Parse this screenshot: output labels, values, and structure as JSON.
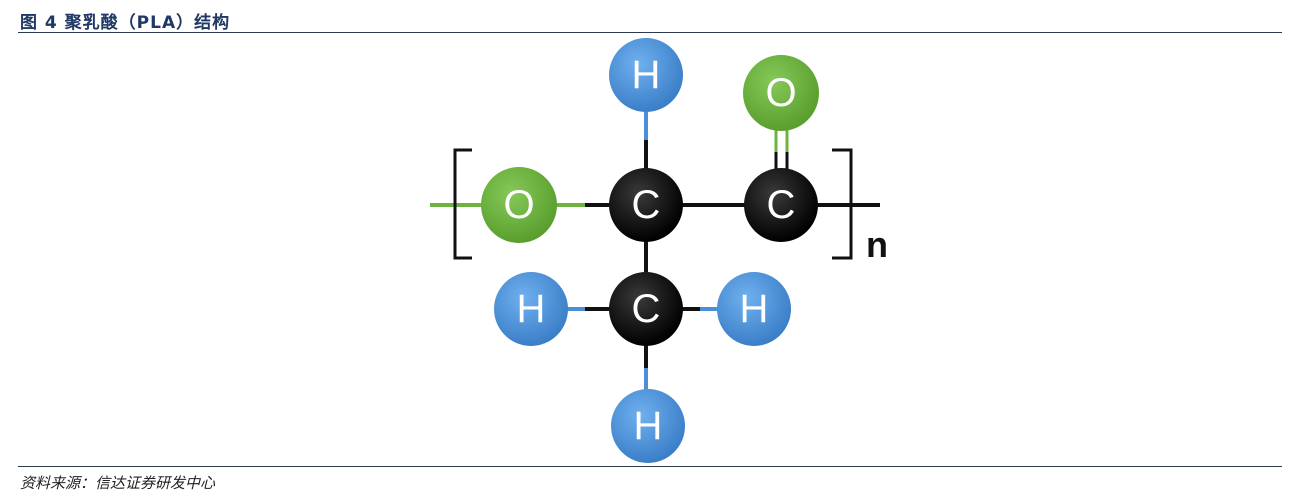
{
  "figure": {
    "title": "图 4   聚乳酸（PLA）结构",
    "source": "资料来源：信达证券研发中心"
  },
  "molecule": {
    "atoms": {
      "h_top": "H",
      "o_carbonyl": "O",
      "o_ester": "O",
      "c_alpha": "C",
      "c_carbonyl": "C",
      "c_methyl": "C",
      "h_left": "H",
      "h_right": "H",
      "h_bottom": "H"
    },
    "repeat_subscript": "n"
  },
  "colors": {
    "hydrogen": "#4a90d9",
    "oxygen": "#6db33f",
    "carbon": "#111111",
    "rule": "#2b3a4f"
  }
}
